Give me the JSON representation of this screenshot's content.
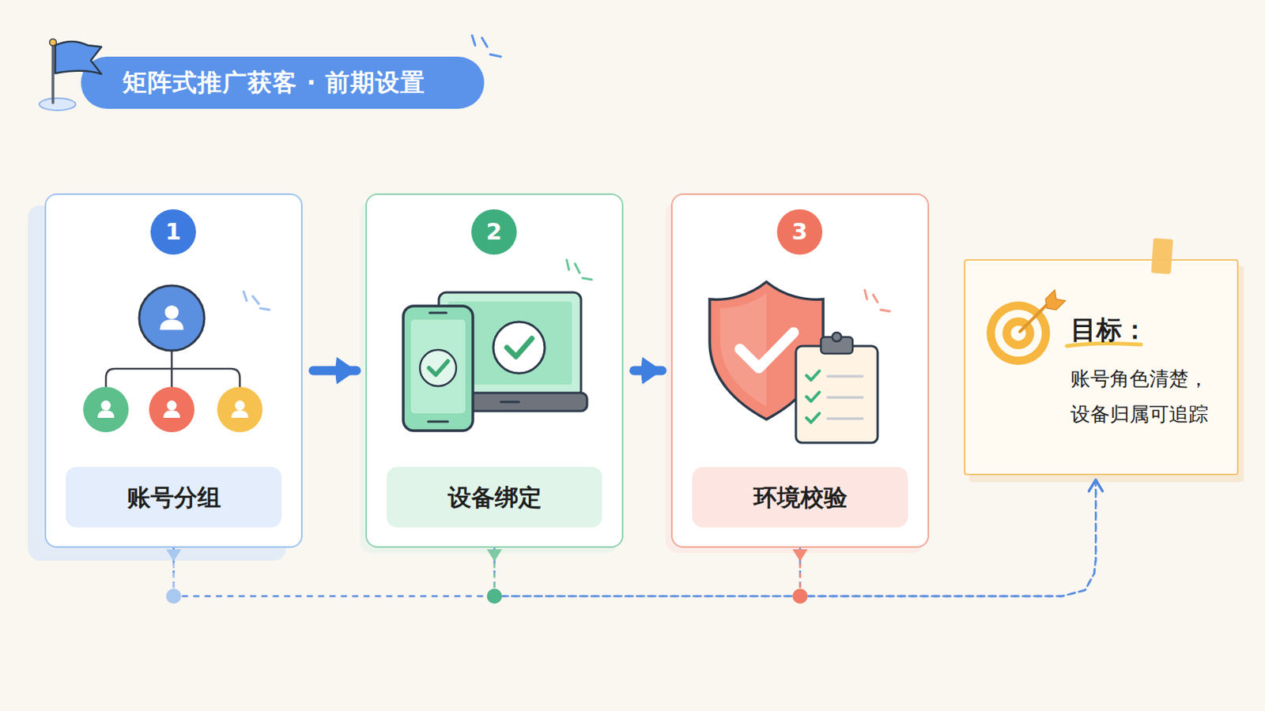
{
  "diagram": {
    "title": "矩阵式推广获客 · 前期设置",
    "nodes": [
      {
        "text": [
          "账号分组"
        ]
      },
      {
        "text": [
          "1"
        ],
        "in": 0
      },
      {
        "text": [
          "设备绑定"
        ]
      },
      {
        "text": [
          "2"
        ],
        "in": 2
      },
      {
        "text": [
          "环境校验"
        ]
      },
      {
        "text": [
          "3"
        ],
        "in": 4
      },
      {
        "text": [
          "目标：",
          "账号角色清楚， 设备归属可追踪"
        ]
      }
    ],
    "edges": [
      {
        "from": 0,
        "to": 2,
        "arrow": "to"
      },
      {
        "from": 2,
        "to": 4,
        "arrow": "to"
      },
      {
        "from": 0,
        "to": 6,
        "arrow": "to"
      },
      {
        "from": 2,
        "to": 6,
        "arrow": "to"
      },
      {
        "from": 4,
        "to": 6,
        "arrow": "to"
      }
    ]
  }
}
